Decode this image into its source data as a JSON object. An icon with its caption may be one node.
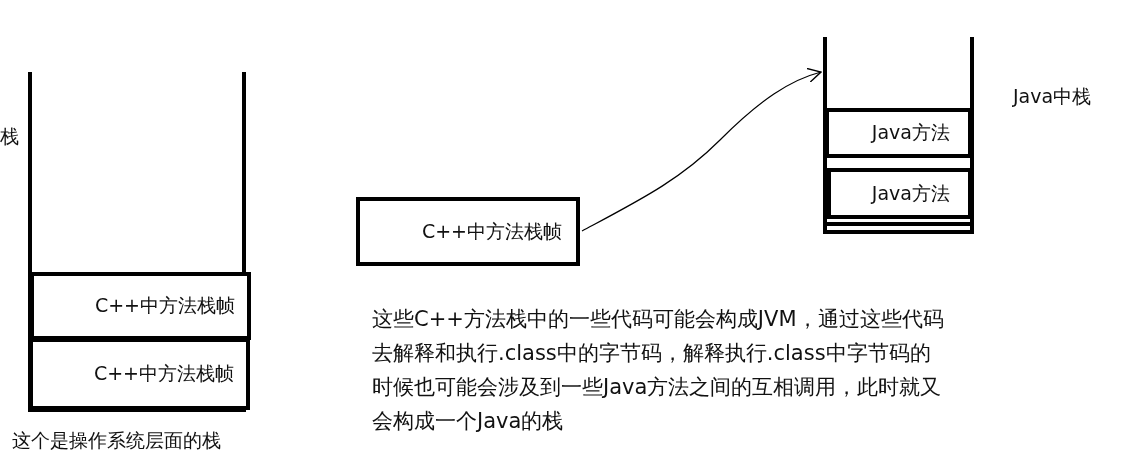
{
  "diagram": {
    "nodes": [
      {
        "text": [],
        "shape": "box",
        "beside": [
          "这个是操作系统层面的栈"
        ]
      },
      {
        "text": [
          "C++中方法栈帧"
        ],
        "in": 0
      },
      {
        "text": [
          "C++中方法栈帧"
        ],
        "in": 0
      },
      {
        "text": [
          "C++中方法栈帧"
        ]
      },
      {
        "text": [],
        "shape": "box",
        "beside": [
          "Java中栈"
        ]
      },
      {
        "text": [
          "Java方法"
        ],
        "in": 4
      },
      {
        "text": [
          "Java方法"
        ],
        "in": 4
      }
    ],
    "edges": [
      {
        "from": 3,
        "to": 4,
        "arrow": "to"
      }
    ],
    "labels": [
      "栈",
      "这些C++方法栈中的一些代码可能会构成JVM，通过这些代码去解释和执行.class中的字节码，解释执行.class中字节码的时候也可能会涉及到一些Java方法之间的互相调用，此时就又会构成一个Java的栈"
    ]
  }
}
